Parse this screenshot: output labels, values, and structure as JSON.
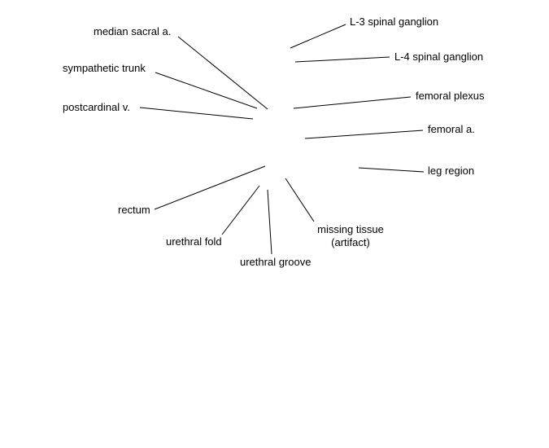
{
  "labels": {
    "median_sacral": "median sacral a.",
    "sympathetic_trunk": "sympathetic trunk",
    "postcardinal": "postcardinal v.",
    "rectum": "rectum",
    "urethral_fold": "urethral fold",
    "urethral_groove": "urethral groove",
    "missing_tissue_line1": "missing tissue",
    "missing_tissue_line2": "(artifact)",
    "l3_ganglion": "L-3 spinal ganglion",
    "l4_ganglion": "L-4 spinal ganglion",
    "femoral_plexus": "femoral plexus",
    "femoral_artery": "femoral a.",
    "leg_region": "leg region"
  }
}
